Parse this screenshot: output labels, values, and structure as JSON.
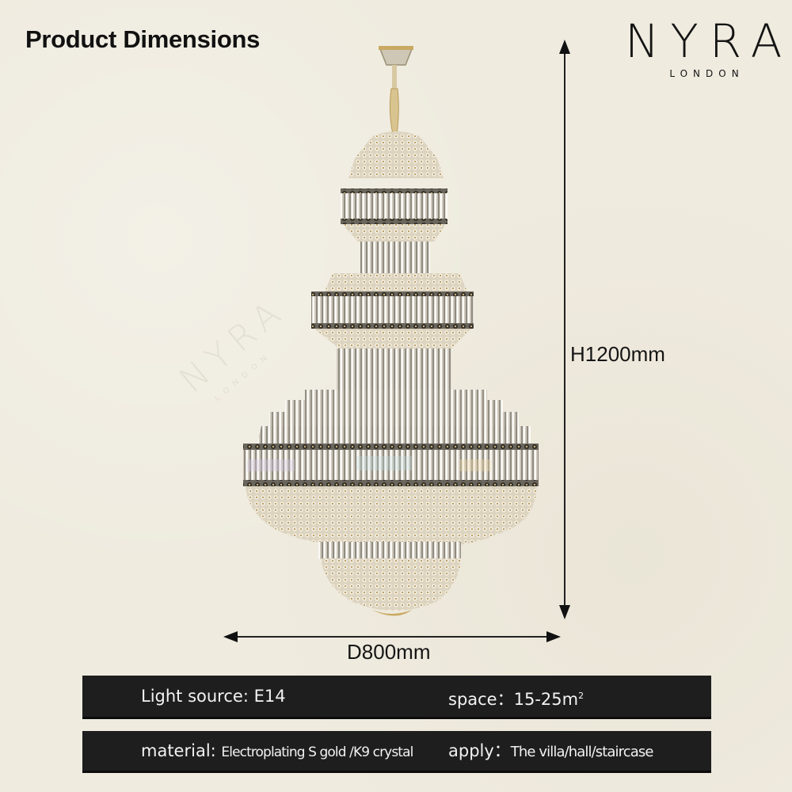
{
  "header": {
    "title": "Product Dimensions"
  },
  "brand": {
    "name": "NYRA",
    "sub": "LONDON",
    "watermark_name": "NYRA",
    "watermark_sub": "LONDON"
  },
  "product": {
    "image_alt": "Multi-tier gold crystal chandelier",
    "dimensions": {
      "height_label": "H1200mm",
      "diameter_label": "D800mm"
    }
  },
  "specs": {
    "row1": {
      "light_source_label": "Light source: ",
      "light_source_value": "E14",
      "space_label": "space：",
      "space_value": "15-25m",
      "space_unit_sup": "2"
    },
    "row2": {
      "material_label": "material: ",
      "material_value": "Electroplating S gold /K9 crystal",
      "apply_label": "apply：",
      "apply_value": "The villa/hall/staircase"
    }
  },
  "colors": {
    "background": "#efebdf",
    "bar": "#1e1e1e",
    "bar_text": "#f2f2f2",
    "gold": "#c9a961",
    "crystal": "#d9d6d0"
  }
}
